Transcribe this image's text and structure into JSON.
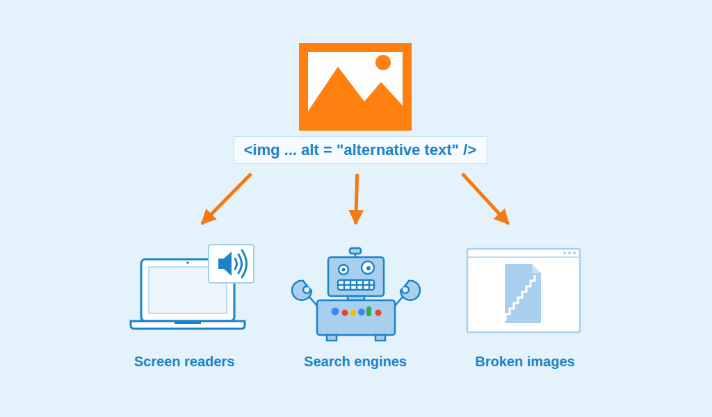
{
  "diagram": {
    "nodes": [
      {
        "text": [
          "<img ... alt = \"alternative text\" />"
        ]
      },
      {
        "text": [
          "Screen readers"
        ]
      },
      {
        "text": [
          "Search engines"
        ]
      },
      {
        "text": [
          "Broken images"
        ]
      }
    ],
    "edges": [
      {
        "from": 0,
        "to": 1,
        "arrow": "to"
      },
      {
        "from": 0,
        "to": 2,
        "arrow": "to"
      },
      {
        "from": 0,
        "to": 3,
        "arrow": "to"
      }
    ]
  }
}
